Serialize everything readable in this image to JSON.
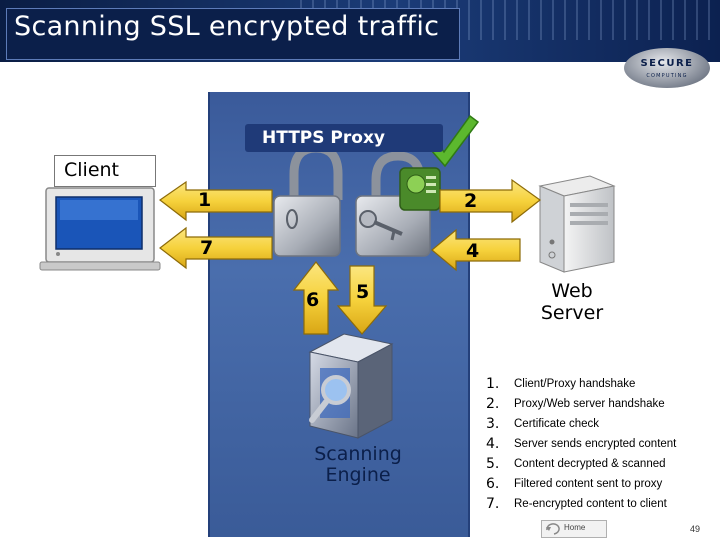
{
  "slide": {
    "title": "Scanning SSL encrypted traffic",
    "logo_text": "SECURE",
    "logo_sub": "COMPUTING",
    "page_number": "49"
  },
  "diagram": {
    "proxy_label": "HTTPS Proxy",
    "client_label": "Client",
    "server_label_line1": "Web",
    "server_label_line2": "Server",
    "engine_label_line1": "Scanning",
    "engine_label_line2": "Engine",
    "arrow_labels": {
      "a1": "1",
      "a2": "2",
      "a4": "4",
      "a5": "5",
      "a6": "6",
      "a7": "7"
    }
  },
  "steps": [
    {
      "num": "1.",
      "text": "Client/Proxy handshake"
    },
    {
      "num": "2.",
      "text": "Proxy/Web server handshake"
    },
    {
      "num": "3.",
      "text": "Certificate check"
    },
    {
      "num": "4.",
      "text": "Server sends encrypted content"
    },
    {
      "num": "5.",
      "text": "Content decrypted & scanned"
    },
    {
      "num": "6.",
      "text": "Filtered content sent to proxy"
    },
    {
      "num": "7.",
      "text": "Re-encrypted content to client"
    }
  ],
  "nav": {
    "home_label": "Home"
  },
  "colors": {
    "header_navy": "#0b1f4a",
    "panel_blue": "#4a6ead",
    "arrow_yellow": "#f6d23c",
    "check_green": "#5cb82e"
  }
}
